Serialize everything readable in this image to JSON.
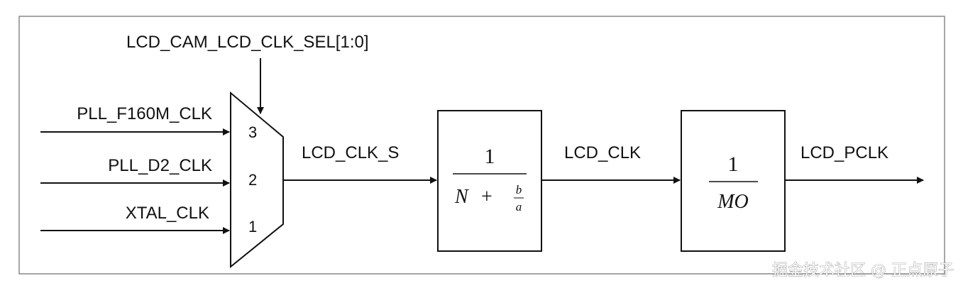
{
  "select_signal": "LCD_CAM_LCD_CLK_SEL[1:0]",
  "inputs": [
    {
      "label": "PLL_F160M_CLK",
      "port": "3"
    },
    {
      "label": "PLL_D2_CLK",
      "port": "2"
    },
    {
      "label": "XTAL_CLK",
      "port": "1"
    }
  ],
  "mux_output": "LCD_CLK_S",
  "divider1": {
    "numerator": "1",
    "n": "N",
    "plus": "+",
    "frac_num": "b",
    "frac_den": "a"
  },
  "mid_signal": "LCD_CLK",
  "divider2": {
    "numerator": "1",
    "denominator": "MO"
  },
  "output": "LCD_PCLK",
  "watermark": "掘金技术社区 @ 正点原子",
  "colors": {
    "line": "#111111",
    "frame": "#888888",
    "background": "#ffffff"
  }
}
